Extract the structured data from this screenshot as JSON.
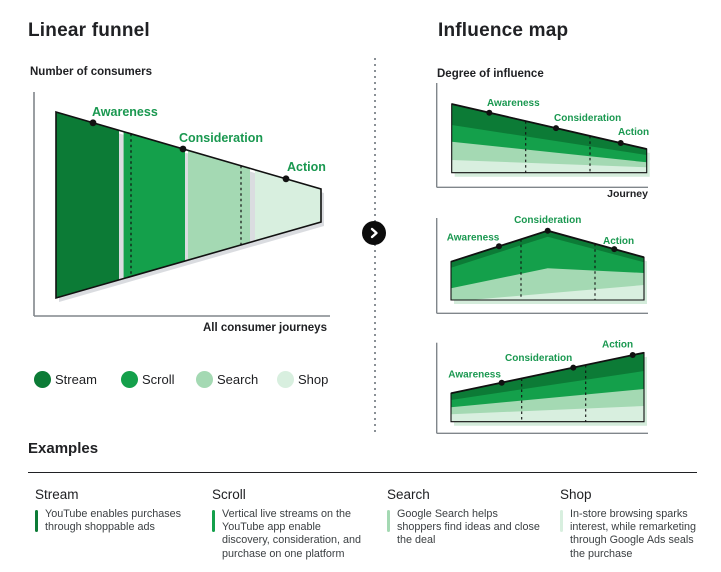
{
  "colors": {
    "stream_dark_green": "#0c7b36",
    "scroll_green": "#14a04b",
    "search_light_green": "#a4d9b3",
    "shop_pale_green": "#d8efdf",
    "stage_label_green": "#1a9850",
    "text_primary": "#202124",
    "text_secondary": "#3c4043",
    "axis_gray": "#80868b"
  },
  "linear_funnel": {
    "title": "Linear funnel",
    "y_axis_label": "Number of consumers",
    "x_axis_label": "All consumer journeys",
    "stages": [
      "Awareness",
      "Consideration",
      "Action"
    ],
    "segments": [
      {
        "label": "Stream",
        "color": "#0c7b36"
      },
      {
        "label": "Scroll",
        "color": "#14a04b"
      },
      {
        "label": "Search",
        "color": "#a4d9b3"
      },
      {
        "label": "Shop",
        "color": "#d8efdf"
      }
    ]
  },
  "legend": {
    "items": [
      {
        "label": "Stream",
        "color": "#0c7b36"
      },
      {
        "label": "Scroll",
        "color": "#14a04b"
      },
      {
        "label": "Search",
        "color": "#a4d9b3"
      },
      {
        "label": "Shop",
        "color": "#d8efdf"
      }
    ]
  },
  "influence_map": {
    "title": "Influence map",
    "y_axis_label": "Degree of influence",
    "x_axis_label": "Journey",
    "charts": [
      {
        "trend": "influence declines along the journey",
        "stages": [
          "Awareness",
          "Consideration",
          "Action"
        ]
      },
      {
        "trend": "influence peaks at consideration",
        "stages": [
          "Awareness",
          "Consideration",
          "Action"
        ]
      },
      {
        "trend": "influence rises toward action",
        "stages": [
          "Awareness",
          "Consideration",
          "Action"
        ]
      }
    ]
  },
  "divider": {
    "arrow_icon": "chevron-right"
  },
  "examples": {
    "title": "Examples",
    "items": [
      {
        "label": "Stream",
        "description": "YouTube enables purchases through shoppable ads",
        "color": "#0c7b36"
      },
      {
        "label": "Scroll",
        "description": "Vertical live streams on the YouTube app enable discovery, consideration, and purchase on one platform",
        "color": "#14a04b"
      },
      {
        "label": "Search",
        "description": "Google Search helps shoppers find ideas and close the deal",
        "color": "#a4d9b3"
      },
      {
        "label": "Shop",
        "description": "In-store browsing sparks interest, while remarketing through Google Ads seals the purchase",
        "color": "#d8efdf"
      }
    ]
  }
}
